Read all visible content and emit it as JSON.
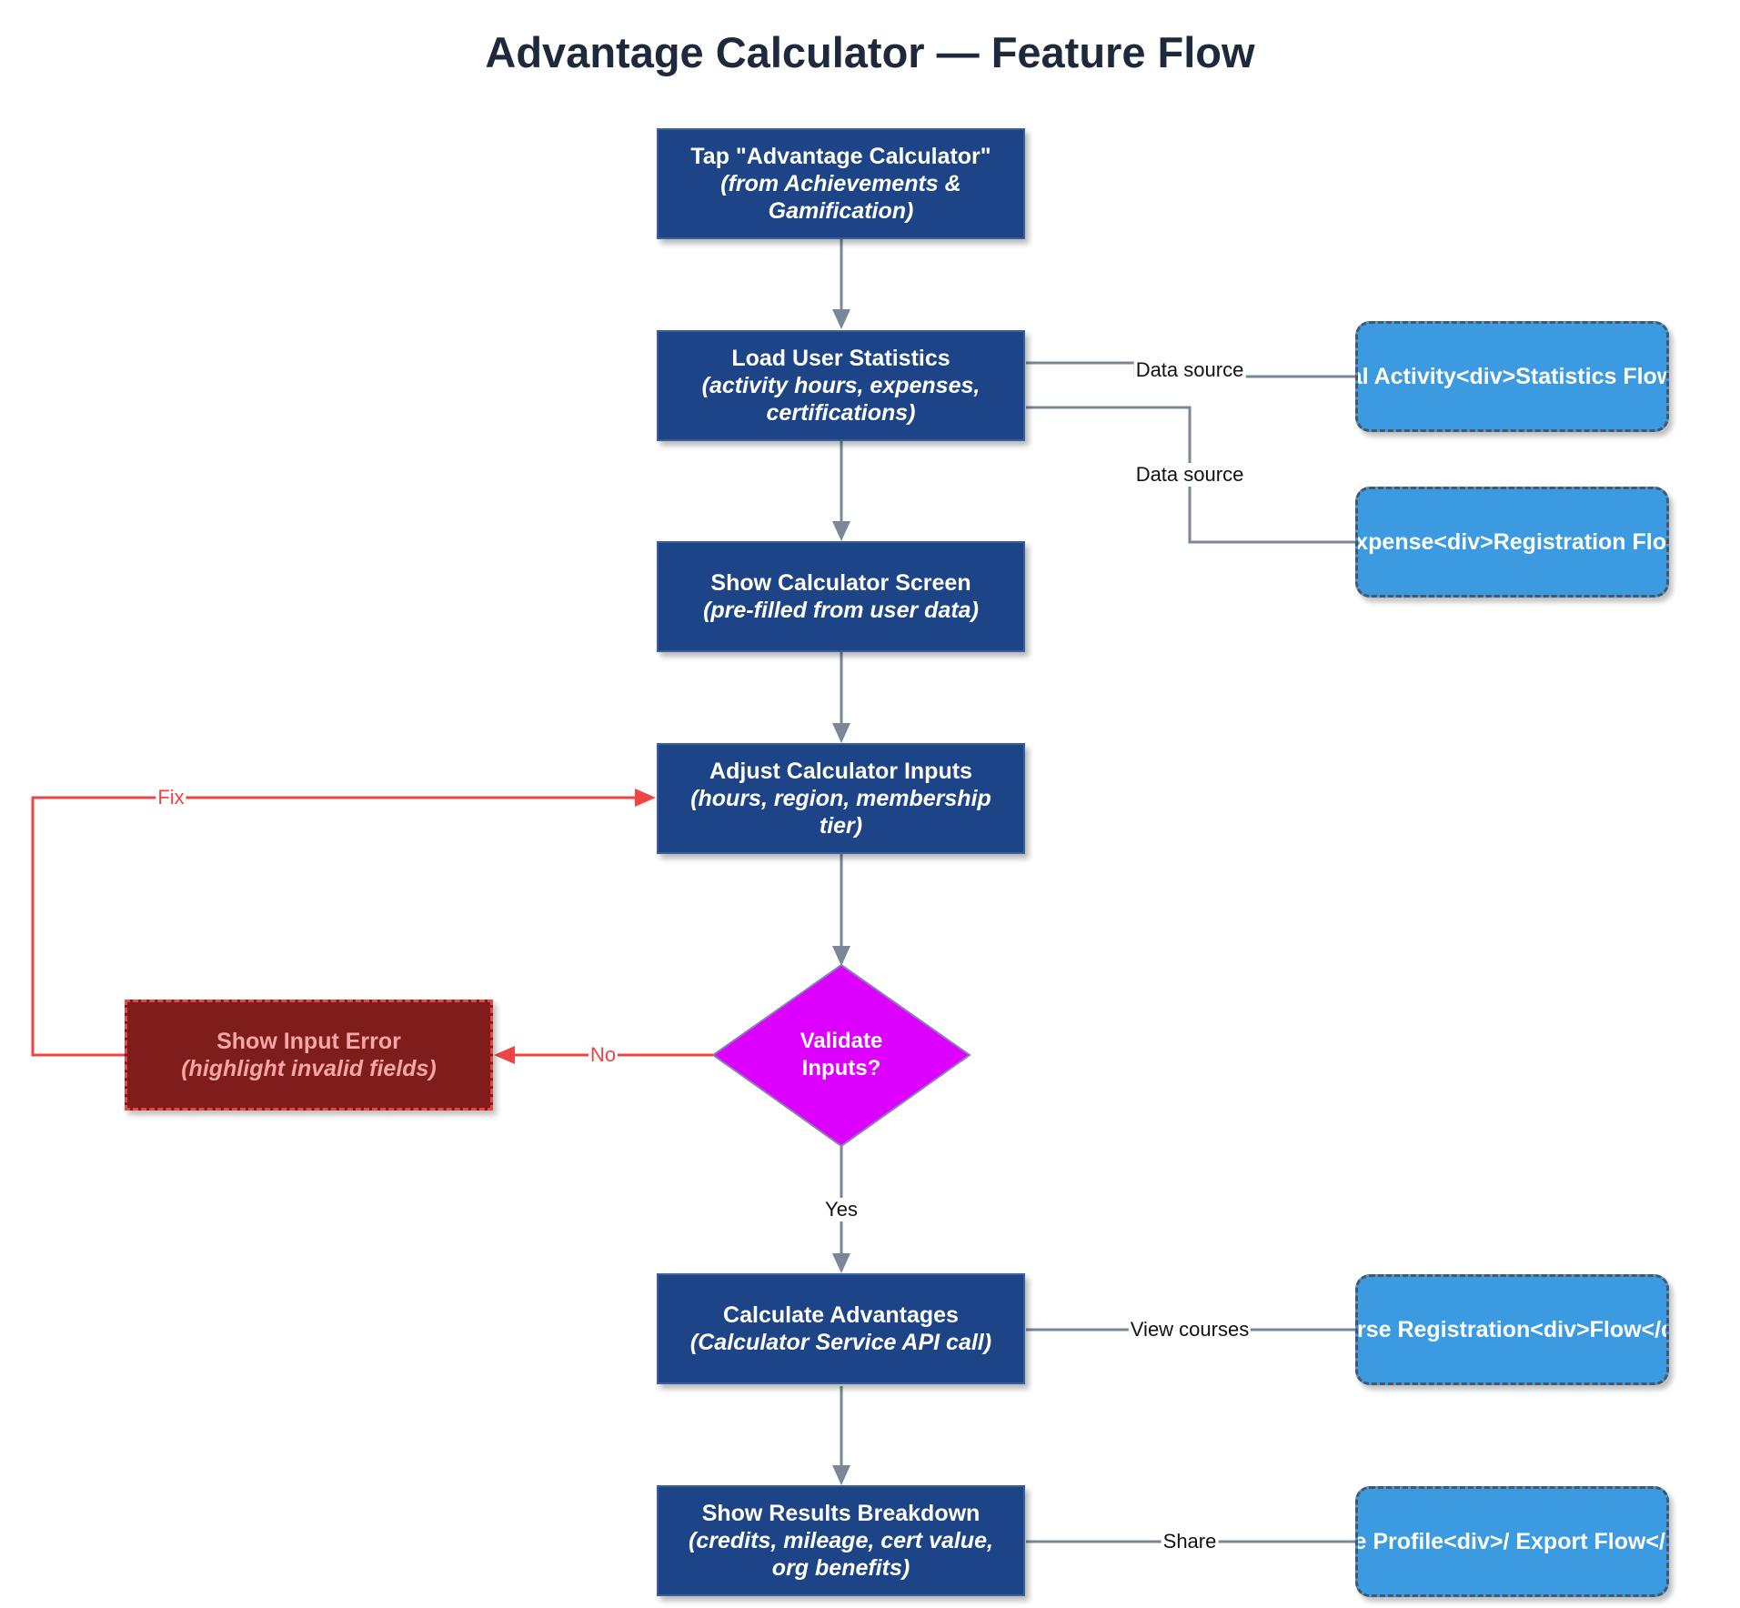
{
  "title": "Advantage Calculator — Feature Flow",
  "nodes": {
    "tap": {
      "main": "Tap \"Advantage Calculator\"",
      "sub": "(from Achievements & Gamification)"
    },
    "load": {
      "main": "Load User Statistics",
      "sub": "(activity hours, expenses, certifications)"
    },
    "show_calc": {
      "main": "Show Calculator Screen",
      "sub": "(pre-filled from user data)"
    },
    "adjust": {
      "main": "Adjust Calculator Inputs",
      "sub": "(hours, region, membership tier)"
    },
    "validate": {
      "label": "Validate Inputs?"
    },
    "error": {
      "main": "Show Input Error",
      "sub": "(highlight invalid fields)"
    },
    "calculate": {
      "main": "Calculate Advantages",
      "sub": "(Calculator Service API call)"
    },
    "results": {
      "main": "Show Results Breakdown",
      "sub": "(credits, mileage, cert value, org benefits)"
    }
  },
  "external": {
    "activity": "al Activity<div>Statistics Flow",
    "expense": "Expense<div>Registration Flow",
    "course": "urse Registration<div>Flow</di",
    "profile": "re Profile<div>/ Export Flow</d"
  },
  "edges": {
    "data_source_1": "Data source",
    "data_source_2": "Data source",
    "fix": "Fix",
    "no": "No",
    "yes": "Yes",
    "view_courses": "View courses",
    "share": "Share"
  },
  "colors": {
    "process": "#1d4486",
    "decision": "#dd00ff",
    "error": "#7f1d1d",
    "external": "#3b9ae0",
    "connector": "#7a8797",
    "error_edge": "#ef4444"
  }
}
